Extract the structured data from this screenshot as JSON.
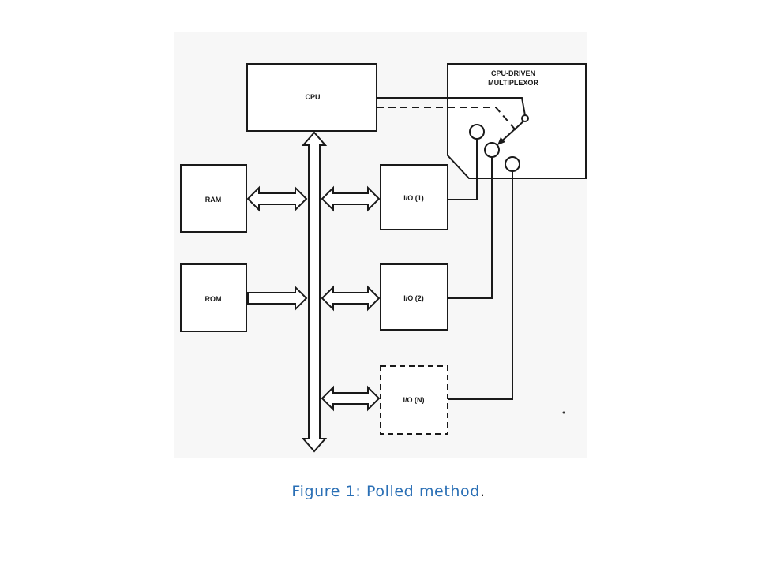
{
  "diagram": {
    "blocks": {
      "cpu": "CPU",
      "multiplexor_line1": "CPU-DRIVEN",
      "multiplexor_line2": "MULTIPLEXOR",
      "ram": "RAM",
      "rom": "ROM",
      "io1": "I/O (1)",
      "io2": "I/O (2)",
      "ion": "I/O (N)"
    }
  },
  "caption": {
    "text": "Figure 1: Polled method",
    "period": "."
  }
}
